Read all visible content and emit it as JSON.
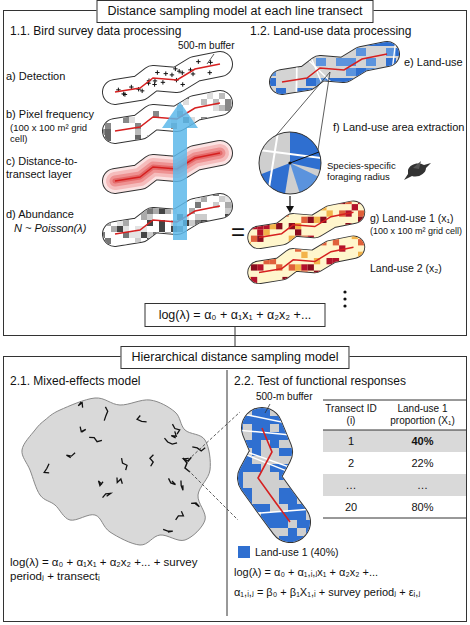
{
  "diagram": {
    "nodes": [
      {
        "text": [
          "Distance sampling model at each line transect"
        ]
      },
      {
        "text": [
          "log(λ) = α₀ + α₁x₁ + α₂x₂ +..."
        ],
        "in": 0
      },
      {
        "text": [
          "Hierarchical distance sampling model"
        ]
      }
    ],
    "edges": [
      {
        "from": 1,
        "to": 2,
        "arrow": "none"
      }
    ],
    "labels": [
      "1.1. Bird survey data processing",
      "500-m buffer",
      "a) Detection",
      "b) Pixel frequency",
      "(100 x 100 m² grid cell)",
      "c) Distance-to-transect layer",
      "d) Abundance",
      "N ~ Poisson(λ)",
      "=",
      "1.2. Land-use data processing",
      "e) Land-use",
      "f) Land-use area extraction",
      "Species-specific foraging radius",
      "g) Land-use 1 (x₁)",
      "(100 x 100 m² grid cell)",
      "Land-use 2 (x₂)",
      "2.1. Mixed-effects model",
      "log(λ) = α₀ + α₁x₁ + α₂x₂ +... + survey periodⱼ + transectᵢ",
      "2.2. Test of functional responses",
      "500-m buffer",
      "Transect ID (i)",
      "Land-use 1 proportion (X₁)",
      "1",
      "40%",
      "2",
      "22%",
      "…",
      "…",
      "20",
      "80%",
      "log(λ) = α₀ + α₁,ᵢ,ⱼx₁ + α₂x₂ +...",
      "α₁,ᵢ,ⱼ = β₀ + β₁X₁,ᵢ + survey periodⱼ + εᵢ,ⱼ"
    ],
    "legend": [
      {
        "text": "Land-use 1 (40%)",
        "color": "#2f6fd0"
      }
    ]
  }
}
